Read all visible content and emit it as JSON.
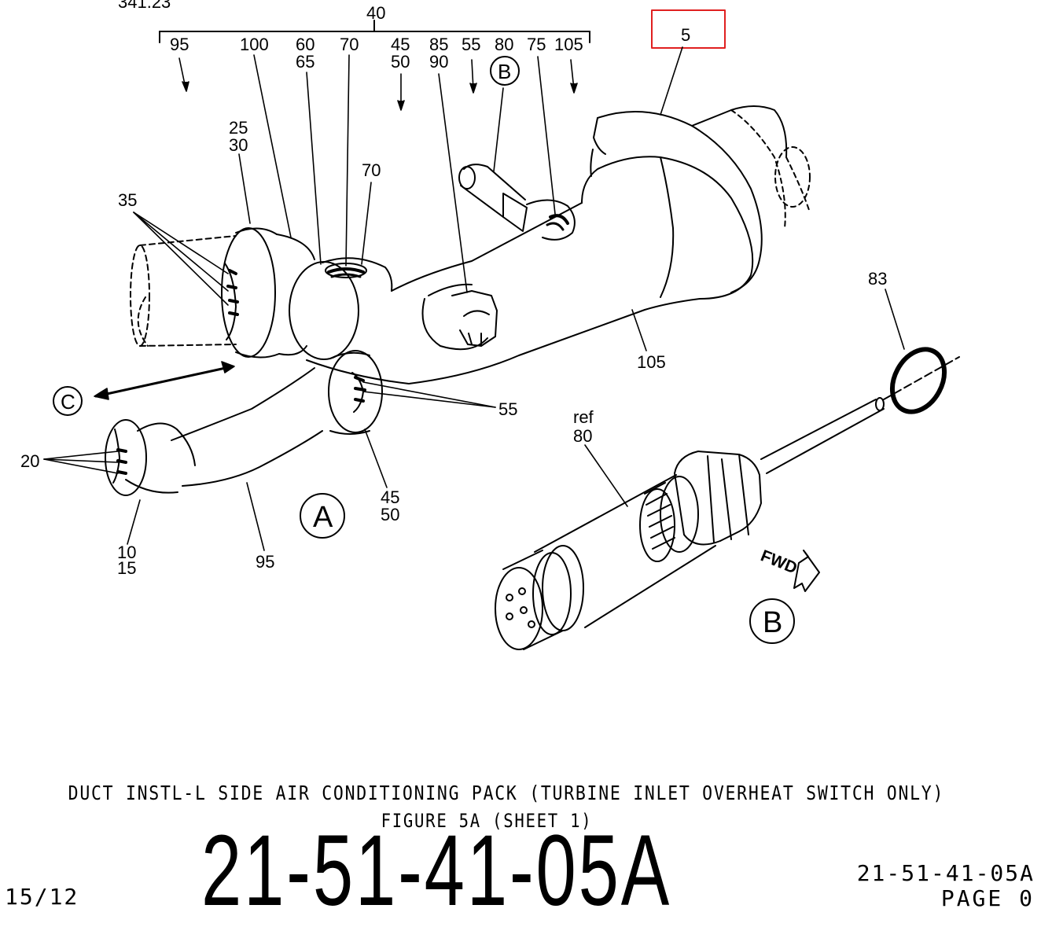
{
  "header": {
    "partial_top_label": "341.23"
  },
  "callouts": {
    "c40": "40",
    "c95_top": "95",
    "c100": "100",
    "c60": "60",
    "c65": "65",
    "c70_top": "70",
    "c45_top": "45",
    "c50_top": "50",
    "c85": "85",
    "c90": "90",
    "c55_top": "55",
    "c80_top": "80",
    "c75": "75",
    "c105_top": "105",
    "c5": "5",
    "c25": "25",
    "c30": "30",
    "c70_mid": "70",
    "c35": "35",
    "c83": "83",
    "c105_mid": "105",
    "c55_mid": "55",
    "c_ref": "ref",
    "c80_ref": "80",
    "c20": "20",
    "c10": "10",
    "c15": "15",
    "c95_bottom": "95",
    "c45_bottom": "45",
    "c50_bottom": "50"
  },
  "view_markers": {
    "A": "A",
    "B_top": "B",
    "B_bottom": "B",
    "C": "C"
  },
  "fwd_label": "FWD",
  "caption": {
    "title": "DUCT INSTL-L SIDE AIR CONDITIONING PACK (TURBINE INLET OVERHEAT SWITCH ONLY)",
    "figure": "FIGURE 5A (SHEET 1)"
  },
  "footer": {
    "big_number": "21-51-41-05A",
    "page_ref_number": "21-51-41-05A",
    "page_ref_page": "PAGE 0",
    "date_code": "15/12"
  },
  "highlight": {
    "target": "5",
    "color": "#e02020"
  }
}
